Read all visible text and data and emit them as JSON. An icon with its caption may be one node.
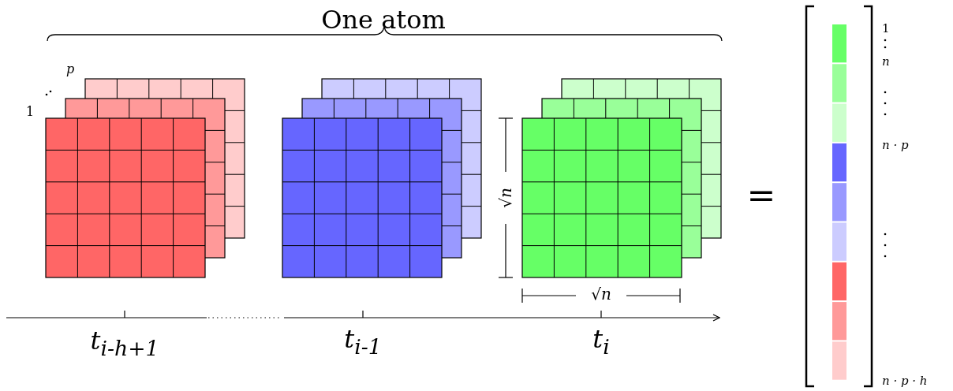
{
  "diagram": {
    "labels": [
      "One atom",
      "p",
      "1",
      "√n",
      "√n",
      "=",
      "1",
      "n",
      "n · p",
      "n · p · h",
      "t$_{i-h+1}$",
      "t$_{i-1}$",
      "t$_{i}$"
    ]
  }
}
